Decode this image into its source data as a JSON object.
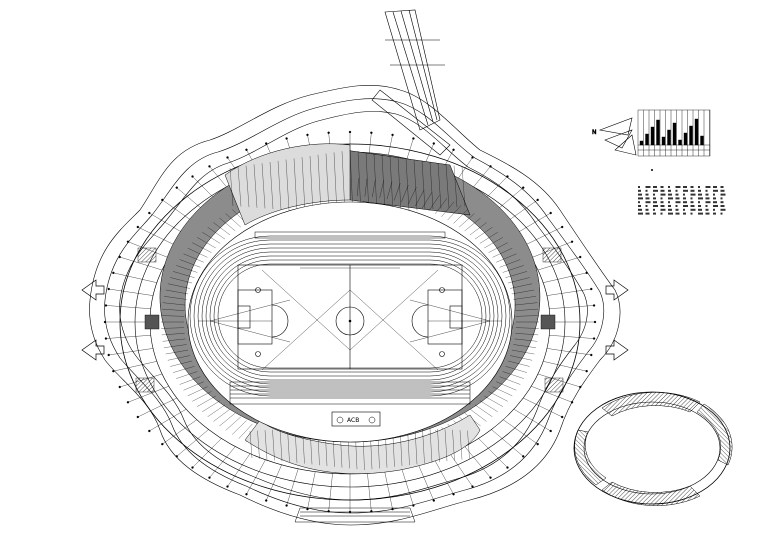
{
  "drawing": {
    "type": "stadium-site-plan",
    "colors": {
      "line": "#000000",
      "fill_dark": "#7a7a7a",
      "fill_mid": "#a8a8a8",
      "background": "#ffffff"
    },
    "compass": {
      "label": "N"
    },
    "scoreboard_label": "ACB",
    "field_markings": {
      "center_circle": true,
      "goals": 2,
      "lanes": 8
    }
  }
}
